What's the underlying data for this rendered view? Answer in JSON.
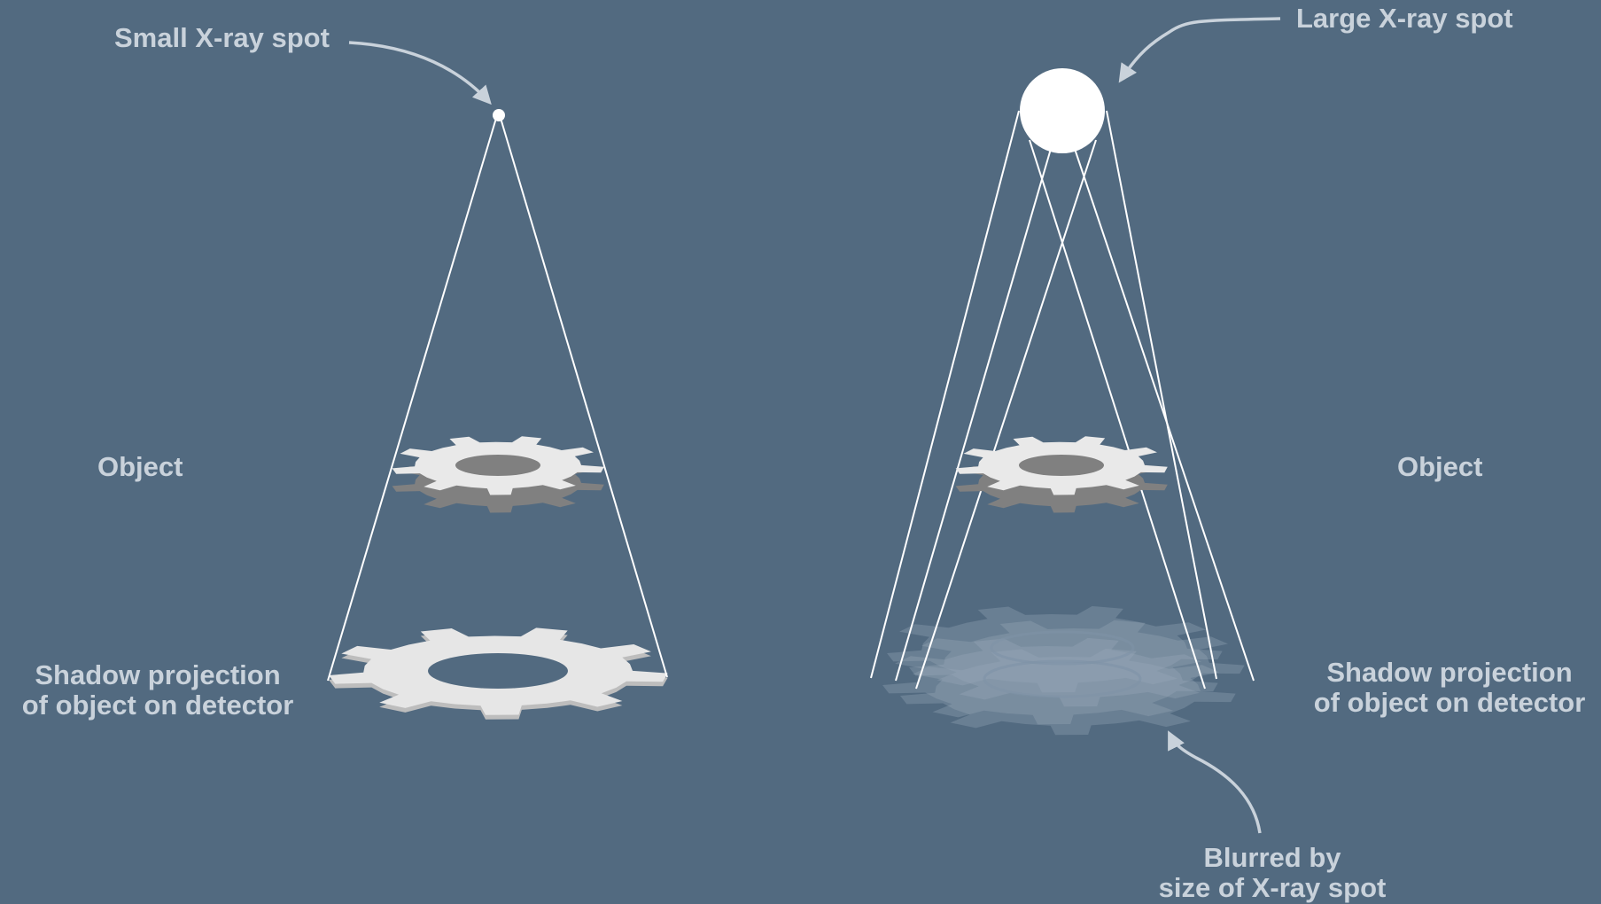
{
  "labels": {
    "small_spot": "Small X-ray spot",
    "large_spot": "Large X-ray spot",
    "object_left": "Object",
    "object_right": "Object",
    "shadow_left_line1": "Shadow projection",
    "shadow_left_line2": "of object on detector",
    "shadow_right_line1": "Shadow projection",
    "shadow_right_line2": "of object on detector",
    "blur_line1": "Blurred by",
    "blur_line2": "size of X-ray spot"
  },
  "colors": {
    "background": "#526a80",
    "label_text": "#c9d2db",
    "beam": "#ffffff",
    "gear_top": "#e9e9e9",
    "gear_side": "#808080",
    "shadow_sharp": "#e6e6e6",
    "shadow_blurred": "#9aabbb"
  }
}
